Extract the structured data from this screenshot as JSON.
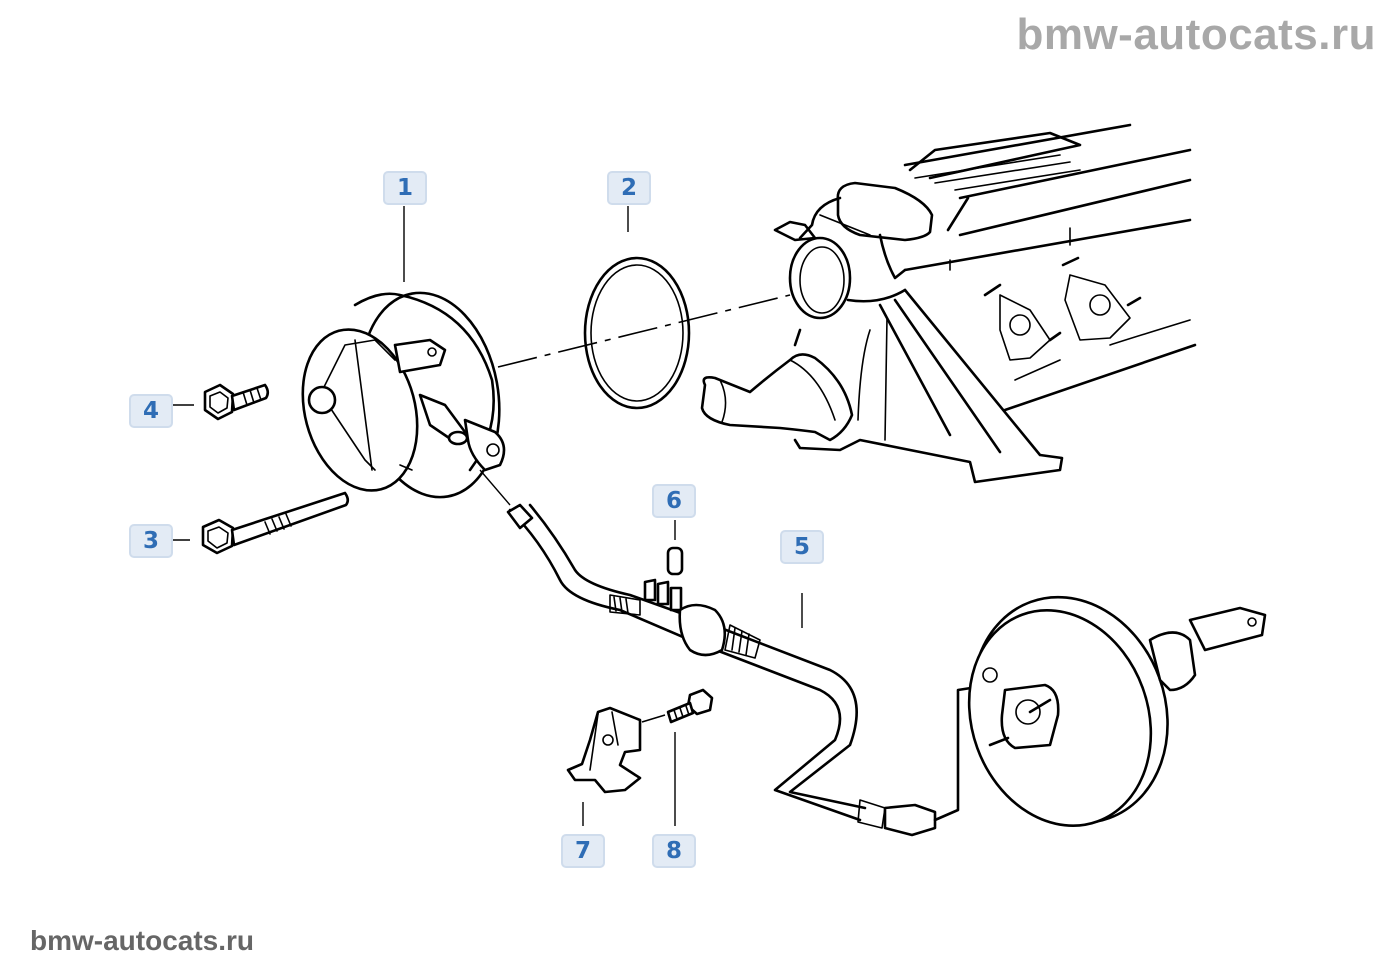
{
  "watermarks": {
    "top": "bmw-autocats.ru",
    "bottom": "bmw-autocats.ru"
  },
  "diagram": {
    "title": "Vacuum pump / brake booster vacuum line",
    "callouts": [
      {
        "number": "1",
        "part": "vacuum-pump"
      },
      {
        "number": "2",
        "part": "o-ring"
      },
      {
        "number": "3",
        "part": "long-bolt"
      },
      {
        "number": "4",
        "part": "short-bolt"
      },
      {
        "number": "5",
        "part": "vacuum-hose"
      },
      {
        "number": "6",
        "part": "cap"
      },
      {
        "number": "7",
        "part": "hose-clip"
      },
      {
        "number": "8",
        "part": "clip-bolt"
      }
    ]
  },
  "colors": {
    "callout_bg": "#e3ebf5",
    "callout_text": "#2f6db5",
    "watermark_top": "#a8a8a8",
    "watermark_bottom": "#666666"
  }
}
